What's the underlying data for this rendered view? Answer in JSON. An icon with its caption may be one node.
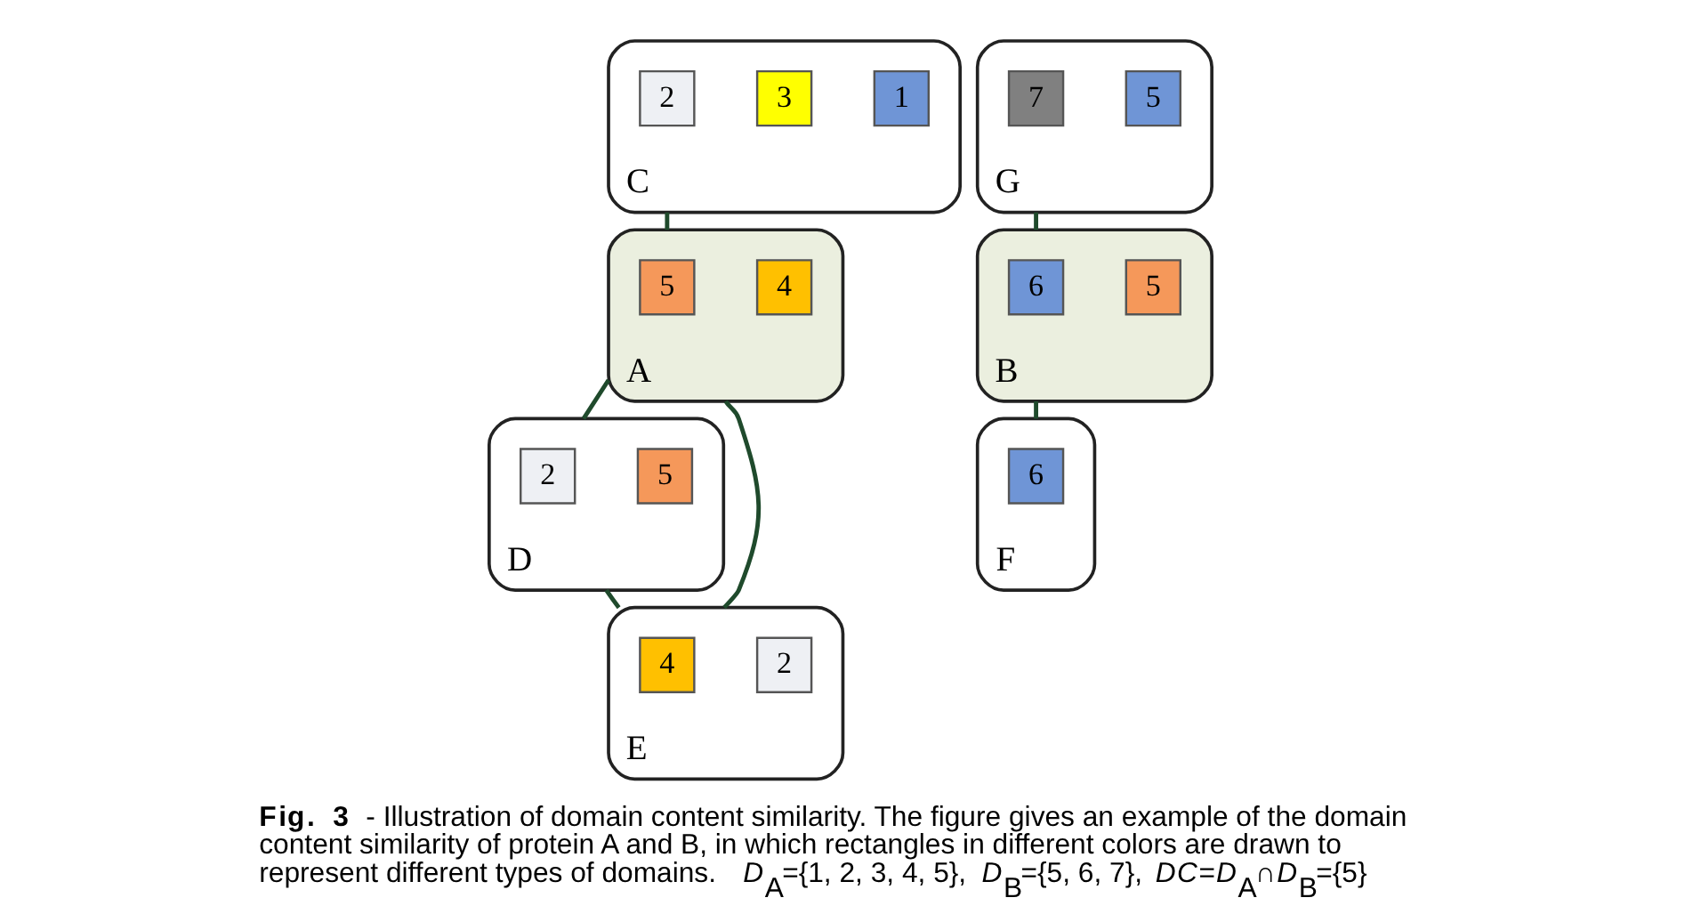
{
  "diagram": {
    "caption": "**Fig. 3** - Illustration of domain content similarity. The figure gives an example of the domain content similarity of protein A and B, in which rectangles in different colors are drawn to represent different types of domains. *D*$_{A}$={1, 2, 3, 4, 5}, *D*$_{B}$={5, 6, 7}, *DC*=*D*$_{A}$∩*D*$_{B}$={5}",
    "nodes": [
      {
        "text": [
          "C"
        ]
      },
      {
        "text": [
          "1"
        ],
        "in": 0
      },
      {
        "text": [
          "3"
        ],
        "in": 0
      },
      {
        "text": [
          "2"
        ],
        "in": 0
      },
      {
        "text": [
          "G"
        ]
      },
      {
        "text": [
          "5"
        ],
        "in": 4
      },
      {
        "text": [
          "7"
        ],
        "in": 4
      },
      {
        "text": [
          "A"
        ]
      },
      {
        "text": [
          "4"
        ],
        "in": 7
      },
      {
        "text": [
          "5"
        ],
        "in": 7
      },
      {
        "text": [
          "B"
        ]
      },
      {
        "text": [
          "5"
        ],
        "in": 10
      },
      {
        "text": [
          "6"
        ],
        "in": 10
      },
      {
        "text": [
          "D"
        ]
      },
      {
        "text": [
          "5"
        ],
        "in": 13
      },
      {
        "text": [
          "2"
        ],
        "in": 13
      },
      {
        "text": [
          "E"
        ]
      },
      {
        "text": [
          "2"
        ],
        "in": 16
      },
      {
        "text": [
          "4"
        ],
        "in": 16
      },
      {
        "text": [
          "F"
        ]
      },
      {
        "text": [
          "6"
        ],
        "in": 19
      }
    ],
    "edges": [
      {
        "from": 0,
        "to": 7,
        "arrow": "none"
      },
      {
        "from": 4,
        "to": 10,
        "arrow": "none"
      },
      {
        "from": 7,
        "to": 13,
        "arrow": "none"
      },
      {
        "from": 7,
        "to": 16,
        "arrow": "none"
      },
      {
        "from": 13,
        "to": 16,
        "arrow": "none"
      },
      {
        "from": 10,
        "to": 19,
        "arrow": "none"
      }
    ]
  }
}
